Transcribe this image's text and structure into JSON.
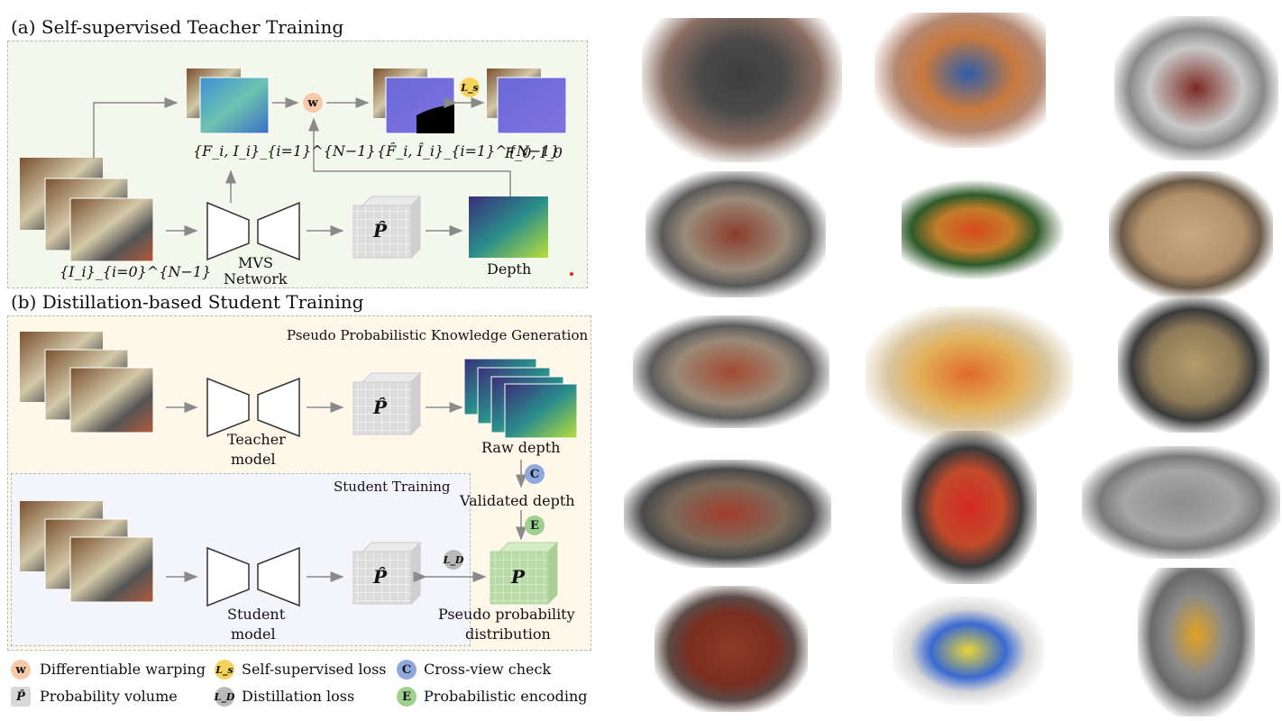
{
  "section_a": {
    "title": "(a) Self-supervised Teacher Training",
    "features_label": "{F_i, I_i}_{i=1}^{N−1}",
    "warped_label": "{F̂_i, Î_i}_{i=1}^{N−1}",
    "ref_label": "F_0, I_0",
    "input_label": "{I_i}_{i=0}^{N−1}",
    "network_label_1": "MVS",
    "network_label_2": "Network",
    "depth_label": "Depth",
    "volume_label": "P̂",
    "warp_badge": "w",
    "loss_badge": "L_s"
  },
  "section_b": {
    "title": "(b) Distillation-based Student Training",
    "pseudo_title": "Pseudo Probabilistic Knowledge Generation",
    "student_title": "Student Training",
    "teacher_label_1": "Teacher",
    "teacher_label_2": "model",
    "student_label_1": "Student",
    "student_label_2": "model",
    "raw_depth_label": "Raw depth",
    "validated_label": "Validated depth",
    "pseudo_label_1": "Pseudo probability",
    "pseudo_label_2": "distribution",
    "volume_label": "P̂",
    "pseudo_volume_label": "P",
    "check_badge": "C",
    "encode_badge": "E",
    "distill_badge": "L_D"
  },
  "legend": {
    "items": [
      {
        "badge": "w",
        "text": "Differentiable warping",
        "color": "#f6c9a8"
      },
      {
        "badge": "L_s",
        "text": "Self-supervised loss",
        "color": "#f7d35c"
      },
      {
        "badge": "C",
        "text": "Cross-view check",
        "color": "#8ea9dc"
      },
      {
        "badge": "P̂",
        "text": "Probability volume",
        "color": "#d8d8d8"
      },
      {
        "badge": "L_D",
        "text": "Distillation loss",
        "color": "#b9b9b9"
      },
      {
        "badge": "E",
        "text": "Probabilistic encoding",
        "color": "#9fd08e"
      }
    ]
  },
  "colors": {
    "panel_a_bg": "#f3f7ec",
    "panel_b_bg": "#fdf8ea",
    "panel_student_bg": "#f3f5fb",
    "arrow": "#8a8a8a",
    "pseudo_volume": "#b9dba8"
  }
}
